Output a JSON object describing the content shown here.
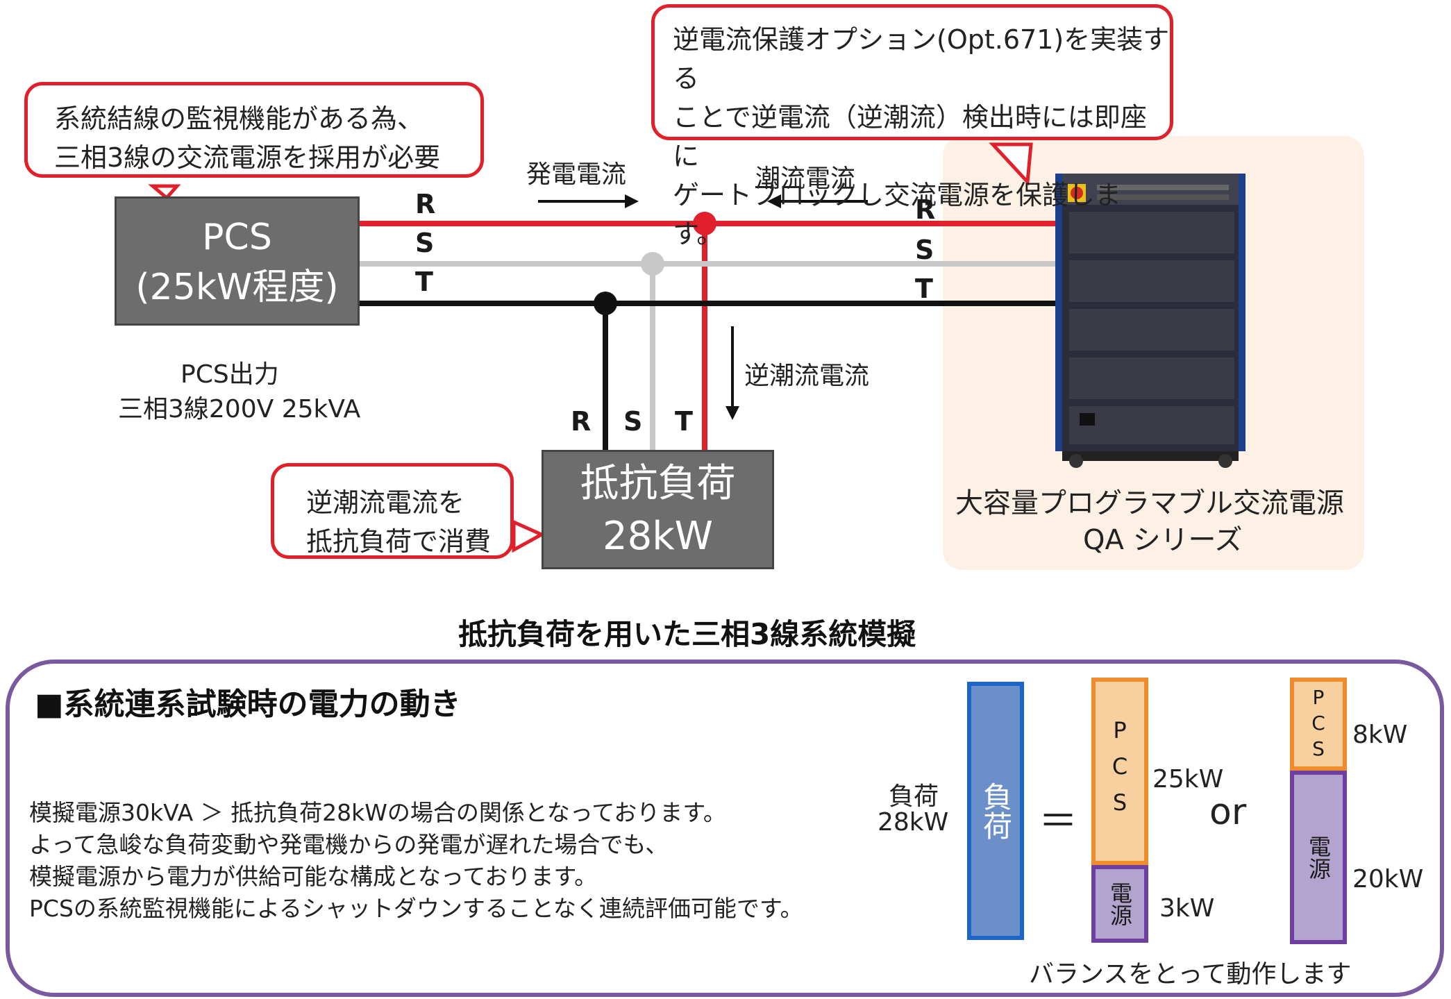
{
  "callouts": {
    "pcs_requirement": [
      "系統結線の監視機能がある為、",
      "三相3線の交流電源を採用が必要"
    ],
    "reverse_protection": [
      "逆電流保護オプション(Opt.671)を実装する",
      "ことで逆電流（逆潮流）検出時には即座に",
      "ゲートブロックし交流電源を保護します。"
    ],
    "load_consumption": [
      "逆潮流電流を",
      "抵抗負荷で消費"
    ]
  },
  "pcs": {
    "title": "PCS",
    "subtitle": "(25kW程度)",
    "output_label": "PCS出力",
    "output_spec": "三相3線200V 25kVA"
  },
  "load": {
    "title": "抵抗負荷",
    "power": "28kW"
  },
  "source": {
    "name": "大容量プログラマブル交流電源",
    "series": "QA シリーズ"
  },
  "currents": {
    "generation": "発電電流",
    "power_flow": "潮流電流",
    "reverse_flow": "逆潮流電流"
  },
  "phases": {
    "r": "R",
    "s": "S",
    "t": "T"
  },
  "diagram_caption": "抵抗負荷を用いた三相3線系統模擬",
  "power_section": {
    "heading": "■系統連系試験時の電力の動き",
    "body": [
      "模擬電源30kVA ＞ 抵抗負荷28kWの場合の関係となっております。",
      "よって急峻な負荷変動や発電機からの発電が遅れた場合でも、",
      "模擬電源から電力が供給可能な構成となっております。",
      "PCSの系統監視機能によるシャットダウンすることなく連続評価可能です。"
    ],
    "load_label": "負荷",
    "load_value": "28kW",
    "load_bar": "負荷",
    "equals": "＝",
    "or": "or",
    "caption": "バランスをとって動作します",
    "case1": {
      "pcs": "PCS",
      "pcs_kw": "25kW",
      "pcs_share": 25,
      "src": "電源",
      "src_kw": "3kW",
      "src_share": 3
    },
    "case2": {
      "pcs": "PCS",
      "pcs_kw": "8kW",
      "pcs_share": 8,
      "src": "電源",
      "src_kw": "20kW",
      "src_share": 20
    }
  },
  "colors": {
    "r_line": "#e0202a",
    "s_line": "#c8c8c8",
    "t_line": "#111111",
    "load_bar": "#6a8fc9",
    "pcs_bar": "#f8cf9e",
    "src_bar": "#b3a4cf",
    "panel_border": "#7a5a9e"
  }
}
